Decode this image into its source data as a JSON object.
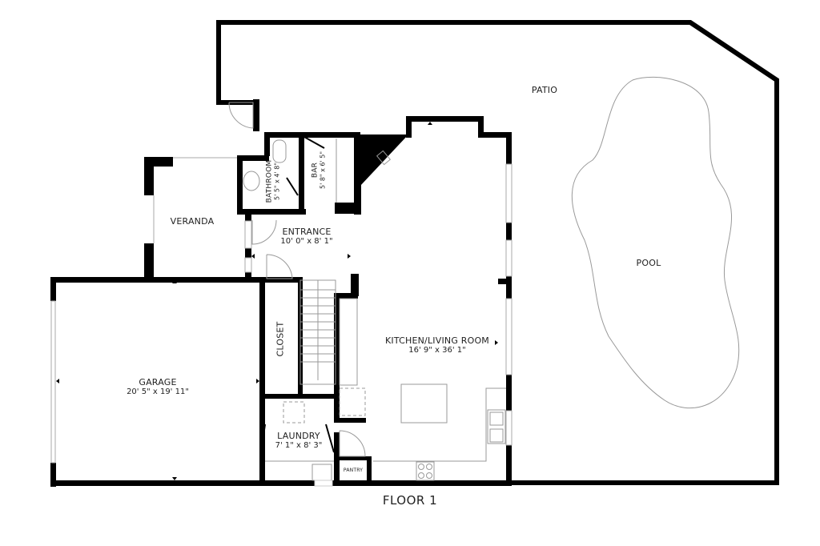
{
  "title": "FLOOR 1",
  "rooms": {
    "patio": {
      "name": "PATIO",
      "dim": ""
    },
    "pool": {
      "name": "POOL",
      "dim": ""
    },
    "veranda": {
      "name": "VERANDA",
      "dim": ""
    },
    "entrance": {
      "name": "ENTRANCE",
      "dim": "10' 0\" x 8' 1\""
    },
    "bathroom": {
      "name": "BATHROOM",
      "dim": "5' 5\" x 4' 8\""
    },
    "bar": {
      "name": "BAR",
      "dim": "5' 8\" x 6' 5\""
    },
    "kitchen": {
      "name": "KITCHEN/LIVING ROOM",
      "dim": "16' 9\" x 36' 1\""
    },
    "garage": {
      "name": "GARAGE",
      "dim": "20' 5\" x 19' 11\""
    },
    "closet": {
      "name": "CLOSET",
      "dim": ""
    },
    "laundry": {
      "name": "LAUNDRY",
      "dim": "7' 1\" x 8' 3\""
    },
    "pantry": {
      "name": "PANTRY",
      "dim": ""
    }
  },
  "colors": {
    "wall": "#000000",
    "fixture": "#999999",
    "text": "#222222",
    "background": "#ffffff"
  }
}
